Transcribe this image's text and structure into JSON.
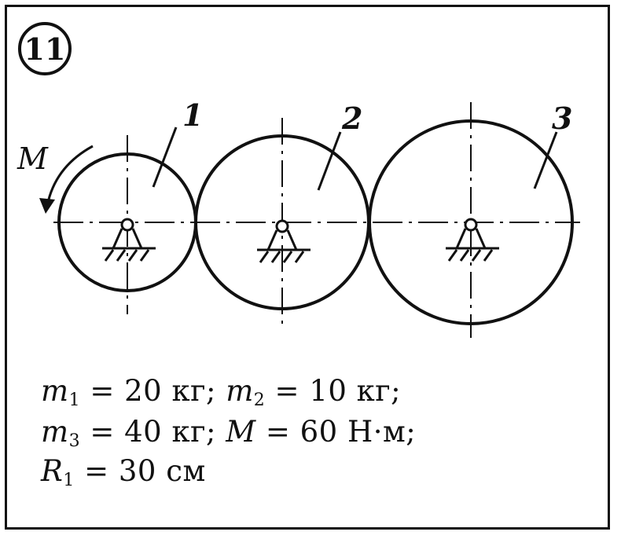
{
  "problem_number": "11",
  "moment_label": "M",
  "wheels": [
    {
      "id": "1"
    },
    {
      "id": "2"
    },
    {
      "id": "3"
    }
  ],
  "given": {
    "line1": {
      "m1_sym": "m",
      "m1_sub": "1",
      "m1_val": " = 20 кг; ",
      "m2_sym": "m",
      "m2_sub": "2",
      "m2_val": " = 10 кг;"
    },
    "line2": {
      "m3_sym": "m",
      "m3_sub": "3",
      "m3_val": " = 40 кг; ",
      "M_sym": "M",
      "M_val": " = 60 Н·м;"
    },
    "line3": {
      "R1_sym": "R",
      "R1_sub": "1",
      "R1_val": " = 30 см"
    }
  }
}
